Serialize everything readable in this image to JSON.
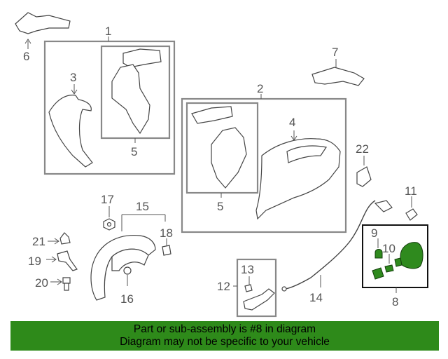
{
  "diagram": {
    "callouts": {
      "c1": "1",
      "c2": "2",
      "c3": "3",
      "c4": "4",
      "c5a": "5",
      "c5b": "5",
      "c6": "6",
      "c7": "7",
      "c8": "8",
      "c9": "9",
      "c10": "10",
      "c11": "11",
      "c12": "12",
      "c13": "13",
      "c14": "14",
      "c15": "15",
      "c16": "16",
      "c17": "17",
      "c18": "18",
      "c19": "19",
      "c20": "20",
      "c21": "21",
      "c22": "22"
    },
    "highlight_color": "#2e8a1a"
  },
  "footer": {
    "line1": "Part or sub-assembly is #8 in diagram",
    "line2": "Diagram may not be specific to your vehicle"
  }
}
